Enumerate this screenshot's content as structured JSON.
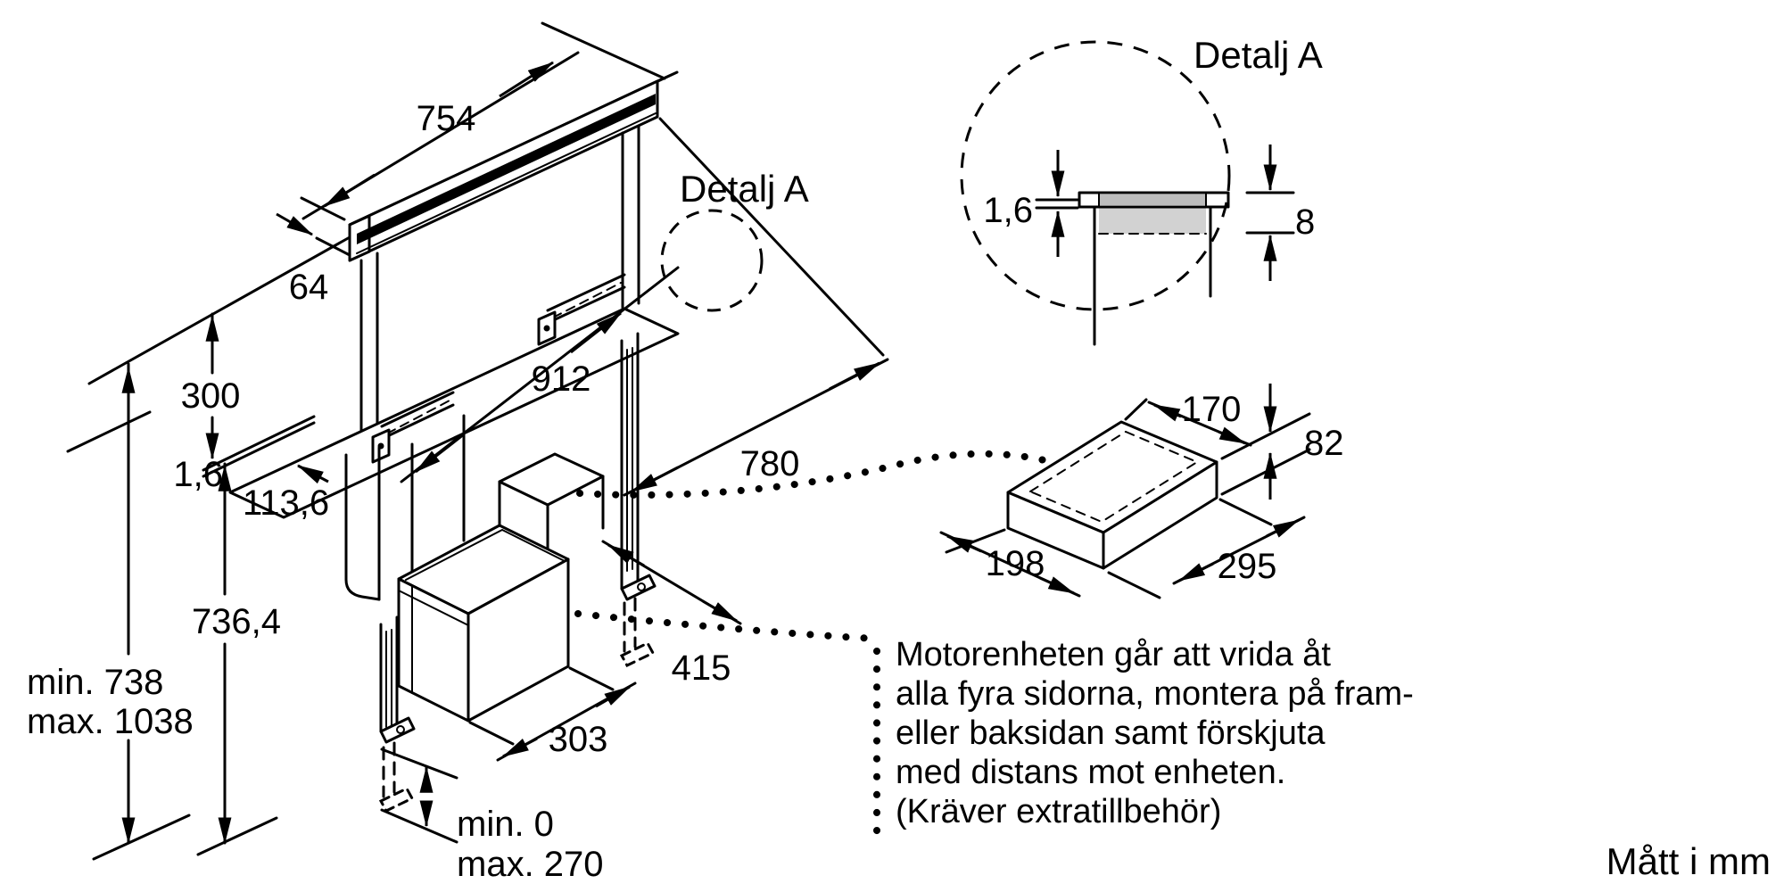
{
  "colors": {
    "line": "#000000",
    "recess_fill": "#d2d2d2",
    "lip_fill": "#bdbdbd"
  },
  "drawing": {
    "units_note": "Mått i mm",
    "main": {
      "detail_callout": "Detalj A",
      "dims": {
        "top_width": "754",
        "top_depth": "64",
        "worktop_to_plate": "300",
        "plate_thickness": "1,6",
        "plate_offset": "113,6",
        "body_height": "736,4",
        "height_min": "min. 738",
        "height_max": "max. 1038",
        "rail_span": "912",
        "unit_depth": "780",
        "bracket_span": "415",
        "motor_width": "303",
        "bracket_ext_min": "min. 0",
        "bracket_ext_max": "max. 270"
      }
    },
    "detail_a": {
      "title": "Detalj A",
      "lip_thickness": "1,6",
      "recess_depth": "8"
    },
    "motor_unit_box": {
      "top_depth": "170",
      "height": "82",
      "bottom_depth": "198",
      "width": "295"
    },
    "note": {
      "lines": [
        "Motorenheten går att vrida åt",
        "alla fyra sidorna, montera på fram-",
        "eller baksidan samt förskjuta",
        "med distans mot enheten.",
        "(Kräver extratillbehör)"
      ]
    }
  }
}
